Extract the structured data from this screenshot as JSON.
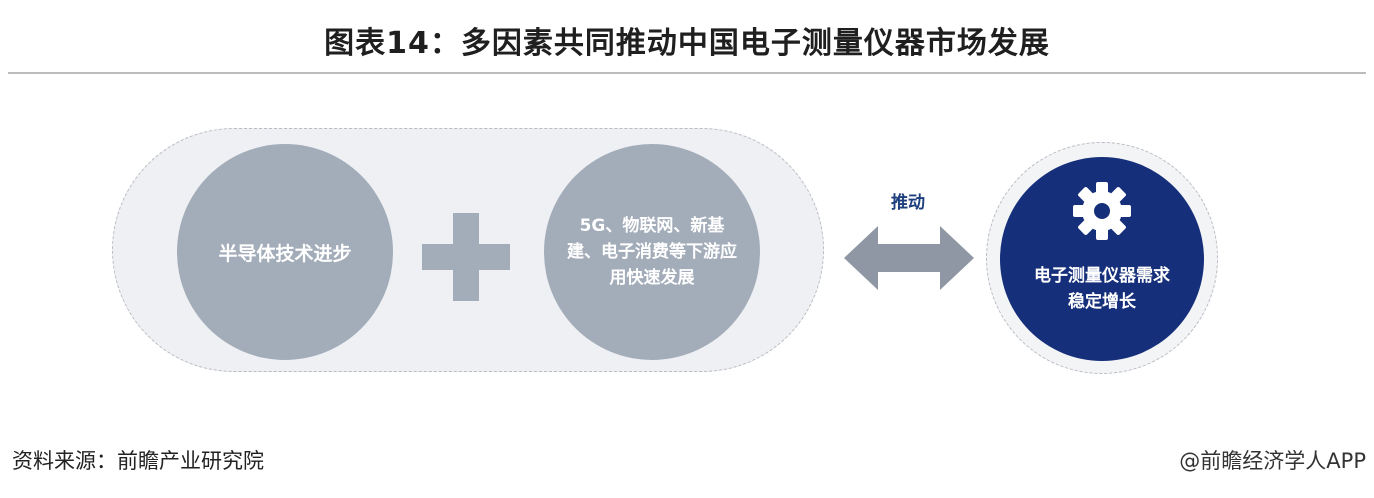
{
  "title": "图表14：多因素共同推动中国电子测量仪器市场发展",
  "factors": [
    {
      "label": "半导体技术进步"
    },
    {
      "label": "5G、物联网、新基建、电子消费等下游应用快速发展"
    }
  ],
  "relation_label": "推动",
  "result": {
    "label": "电子测量仪器需求稳定增长",
    "icon": "gear-icon"
  },
  "footer": {
    "source": "资料来源：前瞻产业研究院",
    "credit": "@前瞻经济学人APP"
  },
  "colors": {
    "factor_circle": "#a3acb9",
    "capsule_bg": "#eef0f3",
    "result_circle": "#162f7a",
    "arrow": "#8e97a3",
    "label_blue": "#1d3f7e"
  }
}
